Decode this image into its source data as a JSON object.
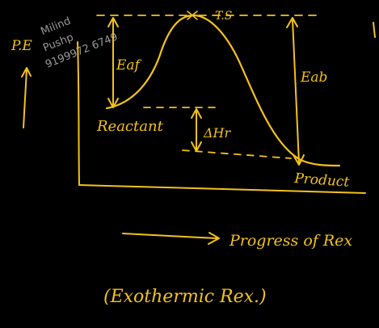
{
  "diagram": {
    "watermark": [
      "Milind",
      "Pushp",
      "9199972 6749"
    ],
    "yaxis_label": "P.E",
    "ts_label": "T.S",
    "eaf_label": "Eaf",
    "eab_label": "Eab",
    "reactant_label": "Reactant",
    "delta_h_label": "ΔHr",
    "product_label": "Product",
    "xaxis_label": "Progress of Rex",
    "caption": "(Exothermic Rex.)"
  },
  "colors": {
    "background": "#000000",
    "ink": "#f4c21b",
    "watermark": "#c9c9c9"
  }
}
